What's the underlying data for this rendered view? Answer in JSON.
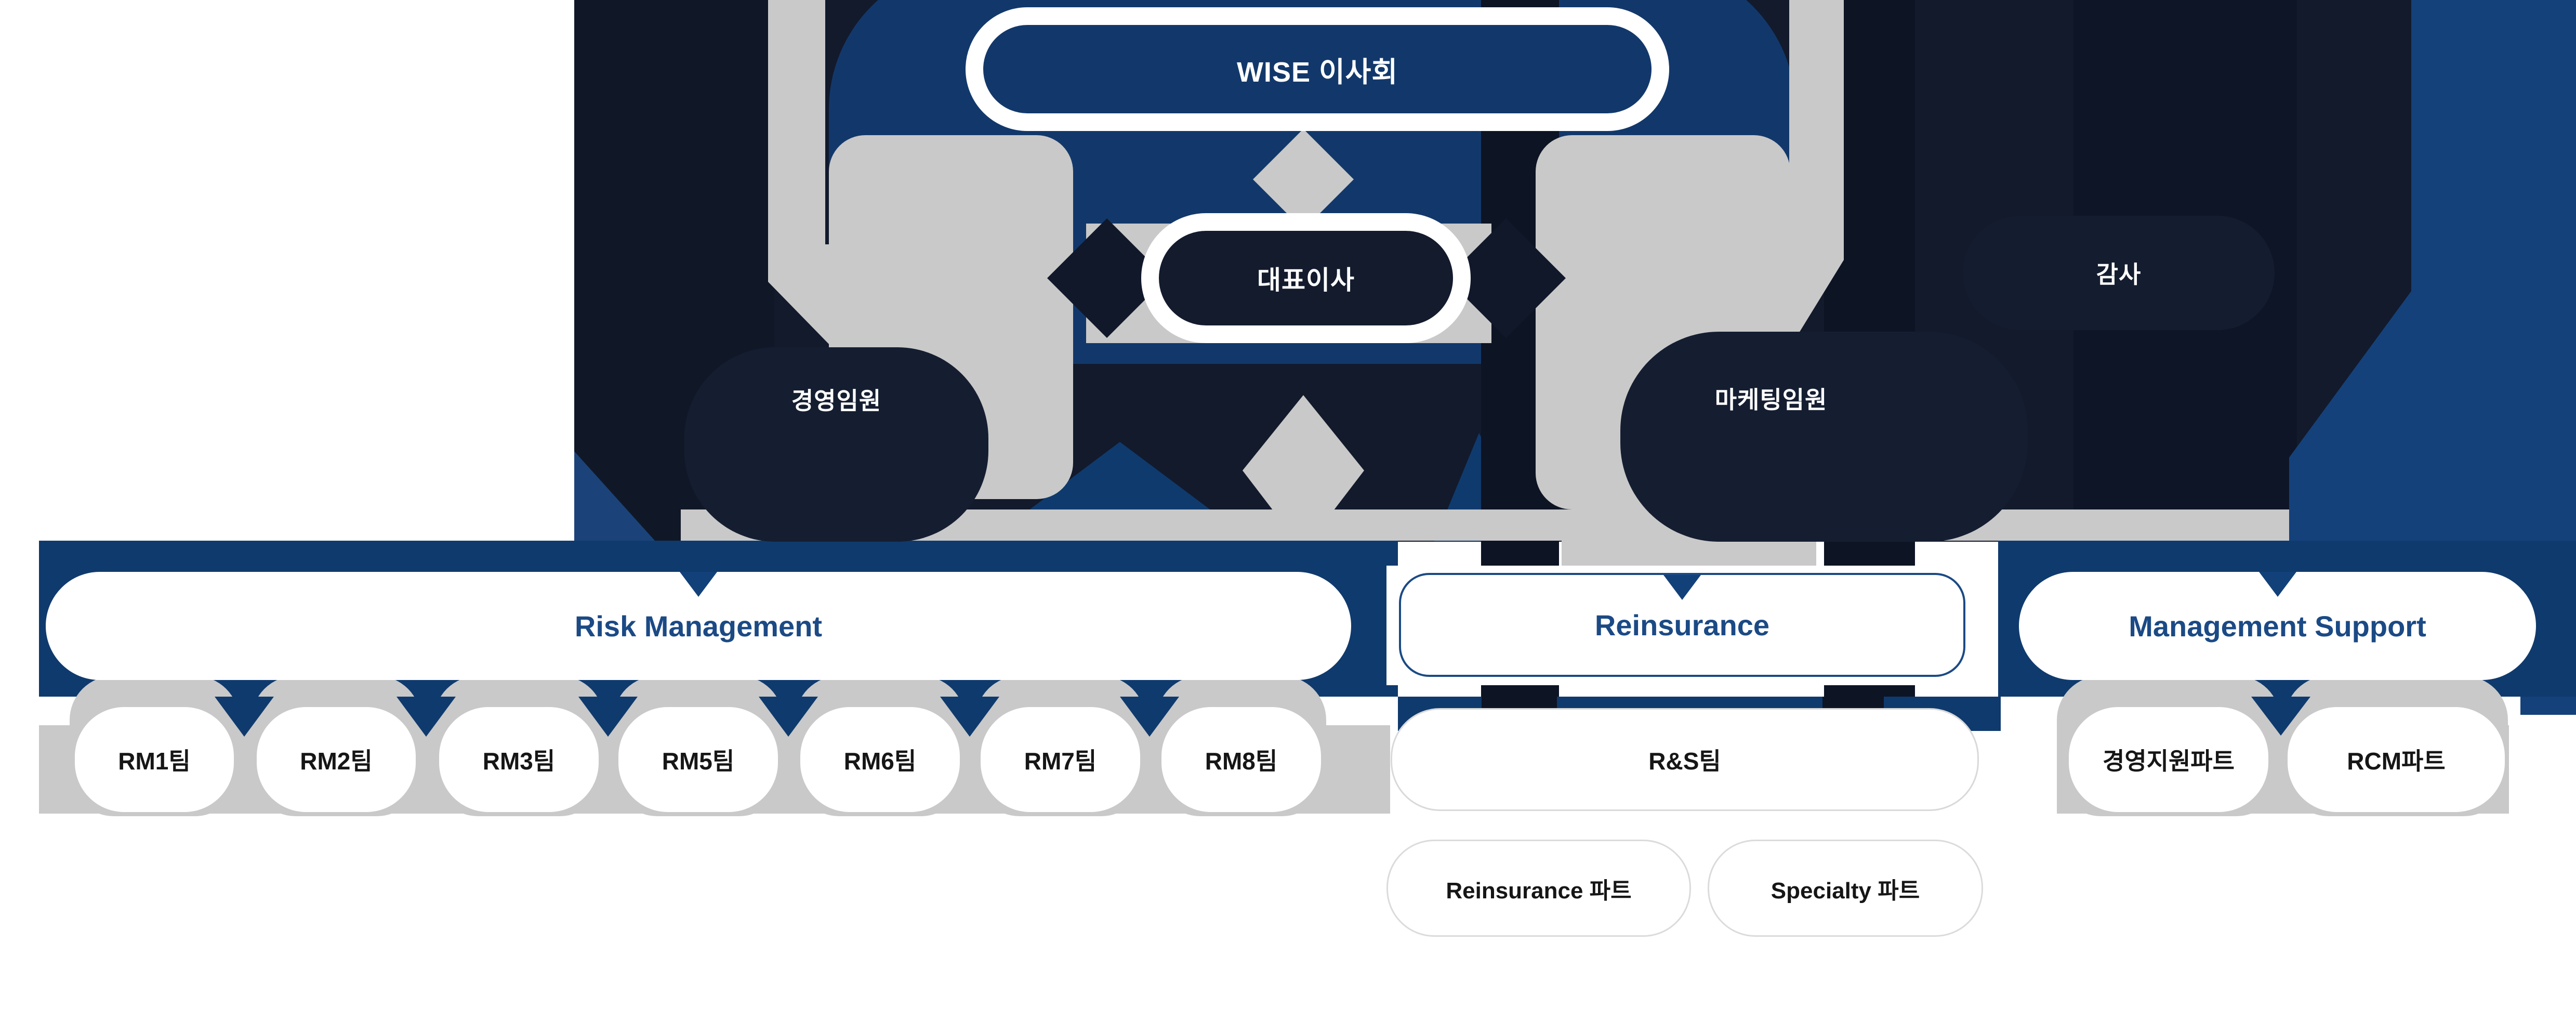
{
  "org": {
    "board": "WISE 이사회",
    "ceo": "대표이사",
    "auditor": "감사",
    "executives": [
      {
        "label": "경영임원"
      },
      {
        "label": "마케팅임원"
      }
    ],
    "divisions": [
      {
        "label": "Risk Management",
        "teams": [
          "RM1팀",
          "RM2팀",
          "RM3팀",
          "RM5팀",
          "RM6팀",
          "RM7팀",
          "RM8팀"
        ]
      },
      {
        "label": "Reinsurance",
        "teams": [
          "R&S팀"
        ],
        "parts": [
          "Reinsurance 파트",
          "Specialty 파트"
        ]
      },
      {
        "label": "Management Support",
        "teams": [
          "경영지원파트",
          "RCM파트"
        ]
      }
    ],
    "colors": {
      "navy": "#0f3a6d",
      "navy_bright": "#15417a",
      "ink": "#121a2c",
      "ink_deep": "#0d1424",
      "node_ink": "#151e31",
      "gray_connector": "#c9c9c9",
      "division_text": "#1b4a85",
      "white": "#ffffff"
    }
  }
}
